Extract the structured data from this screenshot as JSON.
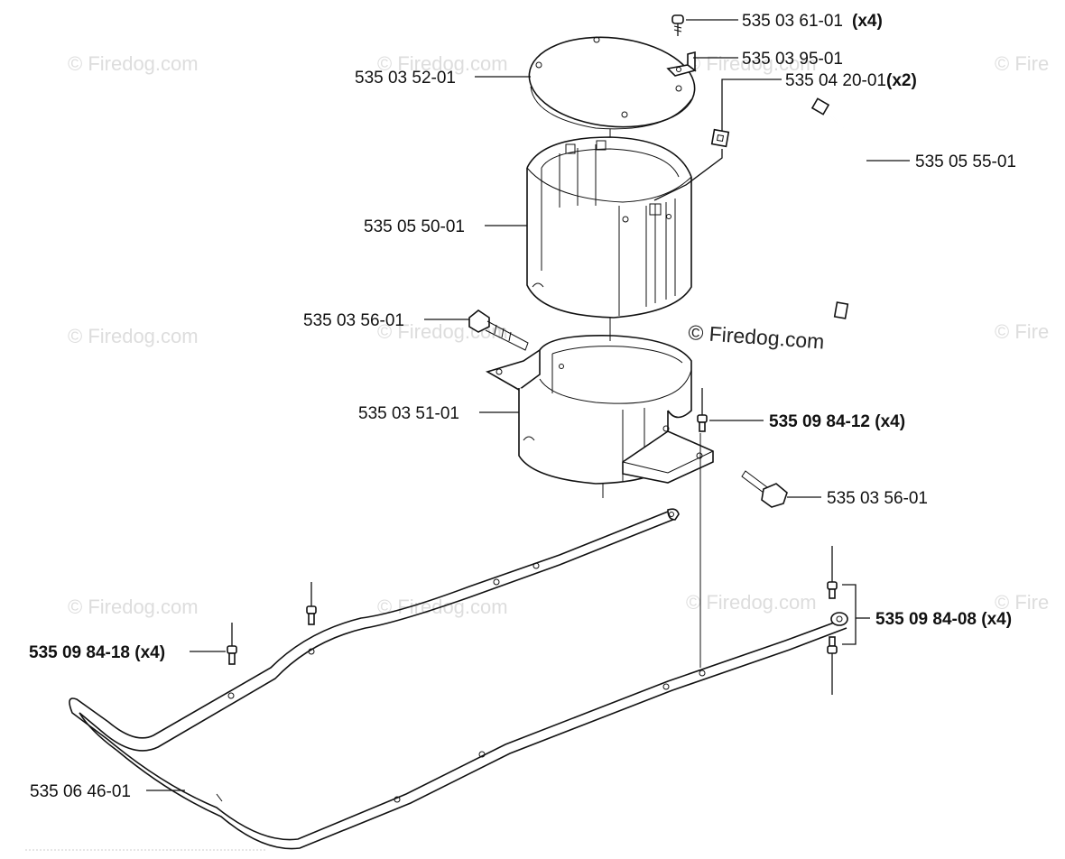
{
  "watermarks": {
    "main": "© Firedog.com",
    "repeat": "© Firedog.com",
    "edge": "© Fire"
  },
  "callouts": {
    "screw": {
      "part": "535 03 61-01",
      "qty": "(x4)"
    },
    "bracket": {
      "part": "535 03 95-01"
    },
    "cover": {
      "part": "535 03 52-01"
    },
    "nut": {
      "part": "535 04 20-01",
      "qty": "(x2)"
    },
    "cable": {
      "part": "535 05 55-01"
    },
    "housing": {
      "part": "535 05 50-01"
    },
    "bolt_left": {
      "part": "535 03 56-01"
    },
    "holder": {
      "part": "535 03 51-01"
    },
    "rivet_12": {
      "part": "535 09 84-12 (x4)"
    },
    "bolt_right": {
      "part": "535 03 56-01"
    },
    "rivet_08": {
      "part": "535 09 84-08 (x4)"
    },
    "rivet_18": {
      "part": "535 09 84-18 (x4)"
    },
    "frame": {
      "part": "535 06 46-01"
    }
  }
}
